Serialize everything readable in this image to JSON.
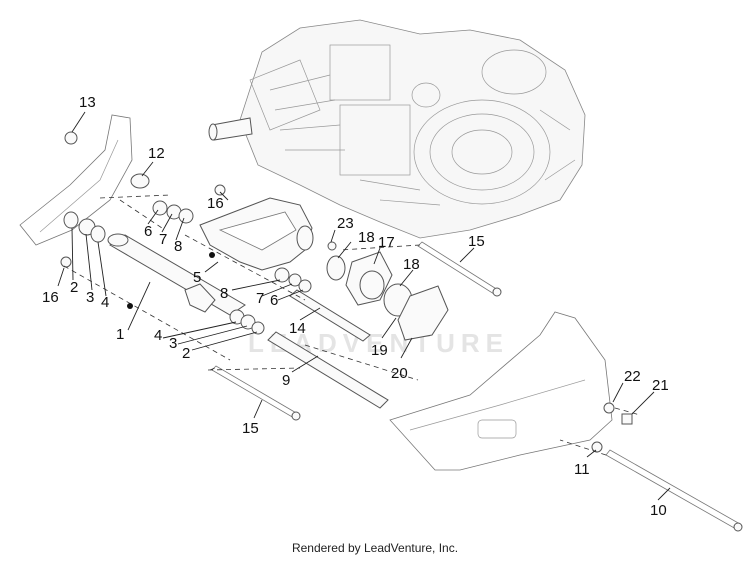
{
  "watermark": "LEADVENTURE",
  "credit": "Rendered by LeadVenture, Inc.",
  "callouts": {
    "c13": "13",
    "c12": "12",
    "c16a": "16",
    "c6a": "6",
    "c7a": "7",
    "c8a": "8",
    "c23": "23",
    "c18a": "18",
    "c17": "17",
    "c15a": "15",
    "c18b": "18",
    "c16b": "16",
    "c2a": "2",
    "c3a": "3",
    "c4a": "4",
    "c5": "5",
    "c8b": "8",
    "c7b": "7",
    "c6b": "6",
    "c1": "1",
    "c14": "14",
    "c4b": "4",
    "c3b": "3",
    "c2b": "2",
    "c19": "19",
    "c20": "20",
    "c9": "9",
    "c15b": "15",
    "c22": "22",
    "c21": "21",
    "c11": "11",
    "c10": "10"
  }
}
